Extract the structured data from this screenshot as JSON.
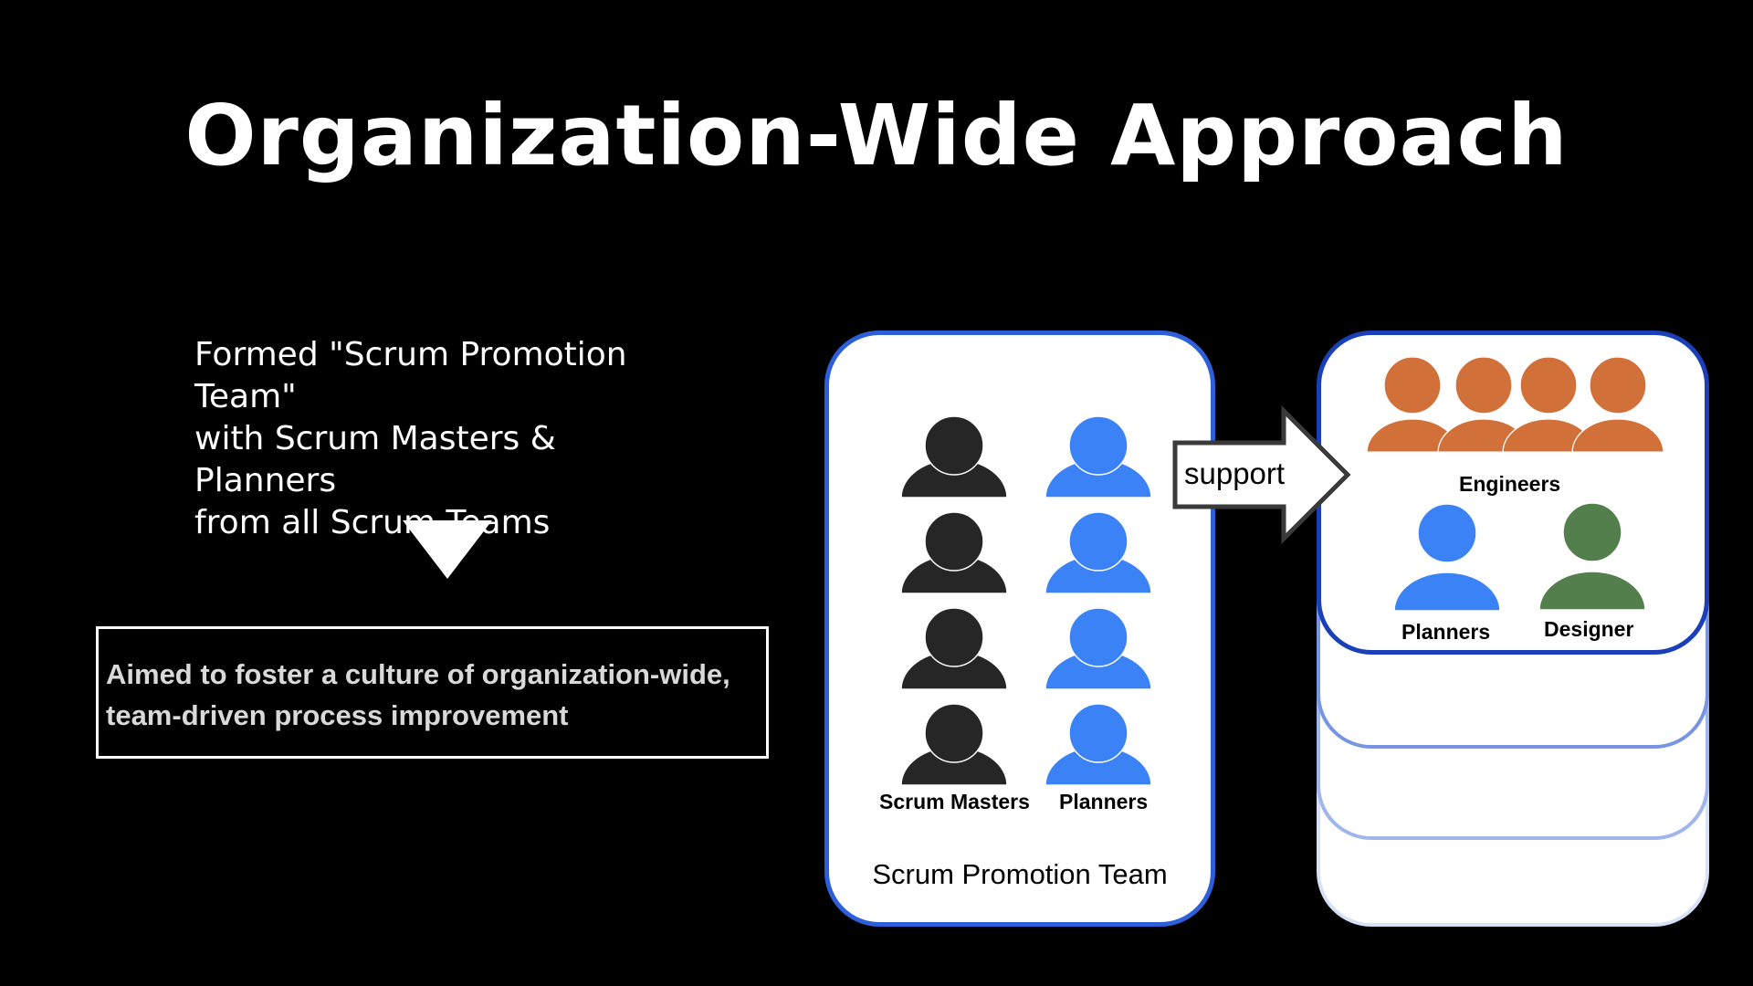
{
  "slide": {
    "title": "Organization-Wide Approach",
    "description_lines": [
      "Formed \"Scrum Promotion",
      "Team\"",
      "with Scrum Masters &",
      "Planners",
      "from all Scrum Teams"
    ],
    "aim_lines": [
      "Aimed to foster a culture of organization-wide,",
      "team-driven process improvement"
    ]
  },
  "diagram": {
    "promo_team": {
      "title": "Scrum Promotion Team",
      "col1_label": "Scrum Masters",
      "col2_label": "Planners"
    },
    "arrow_label": "support",
    "scrum_team": {
      "engineers_label": "Engineers",
      "planners_label": "Planners",
      "designer_label": "Designer"
    }
  },
  "colors": {
    "background": "#000000",
    "scrum_master": "#262626",
    "planner": "#3b82f6",
    "engineer": "#d2703a",
    "designer": "#537f4c",
    "card_border": "#2c5fd9"
  },
  "icons": [
    "person-icon",
    "down-arrow-icon",
    "right-arrow-icon"
  ]
}
